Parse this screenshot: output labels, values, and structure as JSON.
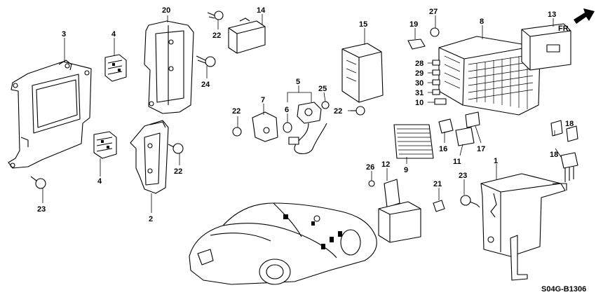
{
  "diagram": {
    "code": "S04G-B1306",
    "direction_label": "FR.",
    "callouts": [
      {
        "id": "c1",
        "text": "1"
      },
      {
        "id": "c2",
        "text": "2"
      },
      {
        "id": "c3",
        "text": "3"
      },
      {
        "id": "c4a",
        "text": "4"
      },
      {
        "id": "c4b",
        "text": "4"
      },
      {
        "id": "c5",
        "text": "5"
      },
      {
        "id": "c6",
        "text": "6"
      },
      {
        "id": "c7",
        "text": "7"
      },
      {
        "id": "c8",
        "text": "8"
      },
      {
        "id": "c9",
        "text": "9"
      },
      {
        "id": "c10",
        "text": "10"
      },
      {
        "id": "c11",
        "text": "11"
      },
      {
        "id": "c12",
        "text": "12"
      },
      {
        "id": "c13",
        "text": "13"
      },
      {
        "id": "c14",
        "text": "14"
      },
      {
        "id": "c15",
        "text": "15"
      },
      {
        "id": "c16",
        "text": "16"
      },
      {
        "id": "c17",
        "text": "17"
      },
      {
        "id": "c18a",
        "text": "18"
      },
      {
        "id": "c18b",
        "text": "18"
      },
      {
        "id": "c19",
        "text": "19"
      },
      {
        "id": "c20",
        "text": "20"
      },
      {
        "id": "c21",
        "text": "21"
      },
      {
        "id": "c22a",
        "text": "22"
      },
      {
        "id": "c22b",
        "text": "22"
      },
      {
        "id": "c22c",
        "text": "22"
      },
      {
        "id": "c22d",
        "text": "22"
      },
      {
        "id": "c23a",
        "text": "23"
      },
      {
        "id": "c23b",
        "text": "23"
      },
      {
        "id": "c24",
        "text": "24"
      },
      {
        "id": "c25",
        "text": "25"
      },
      {
        "id": "c26",
        "text": "26"
      },
      {
        "id": "c27",
        "text": "27"
      },
      {
        "id": "c28",
        "text": "28"
      },
      {
        "id": "c29",
        "text": "29"
      },
      {
        "id": "c30",
        "text": "30"
      },
      {
        "id": "c31",
        "text": "31"
      }
    ]
  }
}
